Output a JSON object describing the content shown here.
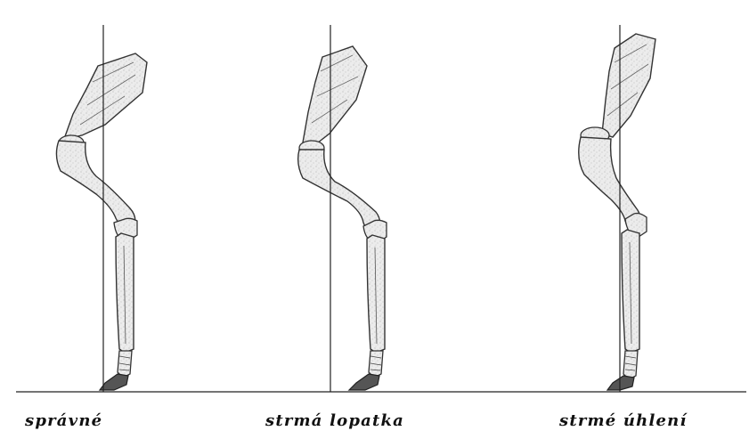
{
  "captions": {
    "correct": "správné",
    "steep_shoulder": "strmá lopatka",
    "steep_pastern": "strmé úhlení"
  },
  "colors": {
    "bone_fill": "#e9e9e9",
    "outline": "#333333",
    "reference_line": "#222222"
  }
}
